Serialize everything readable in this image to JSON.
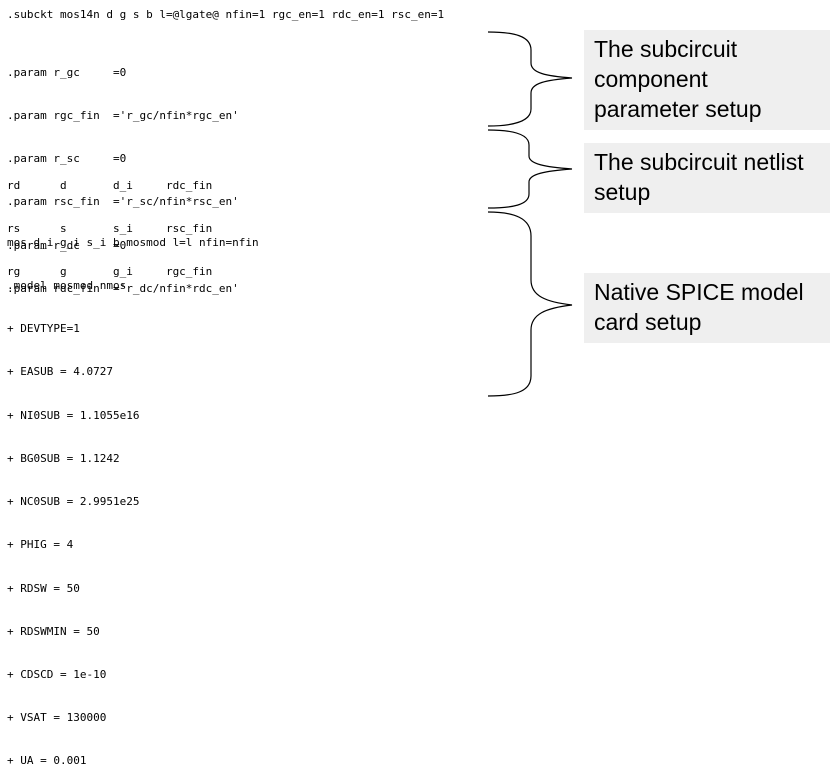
{
  "code": {
    "subckt": ".subckt mos14n d g s b l=@lgate@ nfin=1 rgc_en=1 rdc_en=1 rsc_en=1",
    "params": [
      ".param r_gc     =0",
      ".param rgc_fin  ='r_gc/nfin*rgc_en'",
      ".param r_sc     =0",
      ".param rsc_fin  ='r_sc/nfin*rsc_en'",
      ".param r_dc     =0",
      ".param rdc_fin  ='r_dc/nfin*rdc_en'"
    ],
    "netlist": [
      "rd      d       d_i     rdc_fin",
      "rs      s       s_i     rsc_fin",
      "rg      g       g_i     rgc_fin"
    ],
    "model": [
      "mos d_i g_i s_i b mosmod l=l nfin=nfin",
      ".model mosmod nmos",
      "+ DEVTYPE=1",
      "+ EASUB = 4.0727",
      "+ NI0SUB = 1.1055e16",
      "+ BG0SUB = 1.1242",
      "+ NC0SUB = 2.9951e25",
      "+ PHIG = 4",
      "+ RDSW = 50",
      "+ RDSWMIN = 50",
      "+ CDSCD = 1e-10",
      "+ VSAT = 130000",
      "+ UA = 0.001"
    ]
  },
  "labels": {
    "param": [
      "The subcircuit",
      "component",
      "parameter setup"
    ],
    "netlist": [
      "The subcircuit netlist",
      "setup"
    ],
    "model": [
      "Native SPICE model",
      "card setup"
    ]
  },
  "colors": {
    "label_bg": "#efefef",
    "text": "#000000"
  }
}
